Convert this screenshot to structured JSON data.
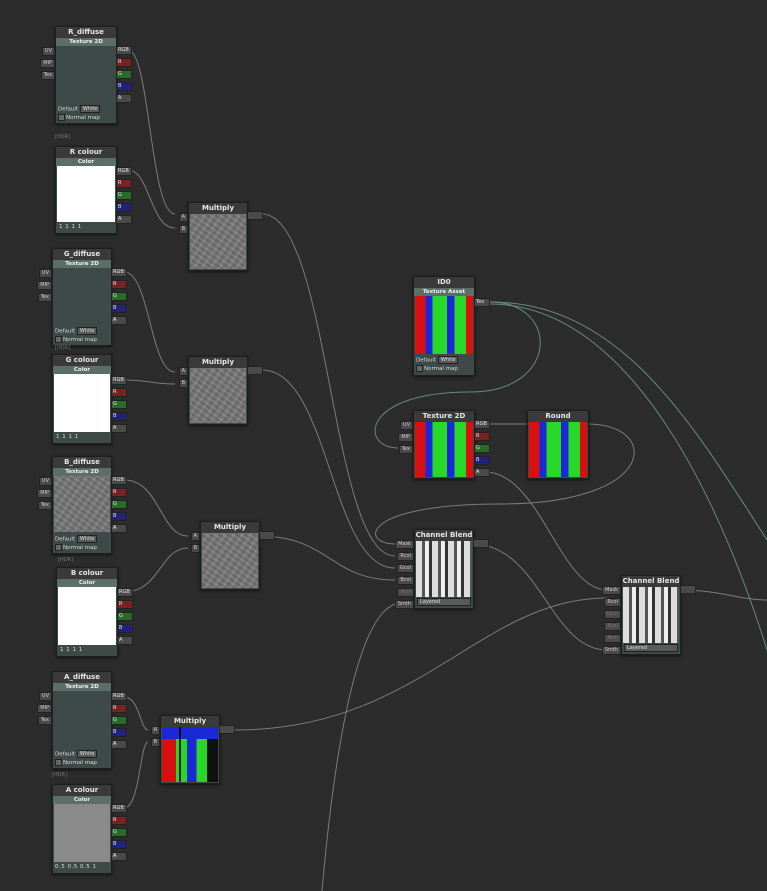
{
  "colors": {
    "background": "#2c2c2c",
    "node_body": "#3e4a47",
    "subtitle_bar": "#5c6e68",
    "wire": "#8a8a8a",
    "wire_teal": "#6f9a90"
  },
  "nodes": {
    "r_diffuse": {
      "title": "R_diffuse",
      "subtitle": "Texture 2D",
      "inputs": [
        "UV",
        "MIP",
        "Tex"
      ],
      "outputs": [
        "RGB",
        "R",
        "G",
        "B",
        "A"
      ],
      "default_label": "Default",
      "default_value": "White",
      "normal_map": "Normal map"
    },
    "r_colour": {
      "label_above": "[HDR]",
      "title": "R colour",
      "subtitle": "Color",
      "outputs": [
        "RGB",
        "R",
        "G",
        "B",
        "A"
      ],
      "values": "1 1 1 1"
    },
    "g_diffuse": {
      "title": "G_diffuse",
      "subtitle": "Texture 2D",
      "inputs": [
        "UV",
        "MIP",
        "Tex"
      ],
      "outputs": [
        "RGB",
        "R",
        "G",
        "B",
        "A"
      ],
      "default_label": "Default",
      "default_value": "White",
      "normal_map": "Normal map"
    },
    "g_colour": {
      "label_above": "[HDR]",
      "title": "G colour",
      "subtitle": "Color",
      "outputs": [
        "RGB",
        "R",
        "G",
        "B",
        "A"
      ],
      "values": "1 1 1 1"
    },
    "b_diffuse": {
      "title": "B_diffuse",
      "subtitle": "Texture 2D",
      "inputs": [
        "UV",
        "MIP",
        "Tex"
      ],
      "outputs": [
        "RGB",
        "R",
        "G",
        "B",
        "A"
      ],
      "default_label": "Default",
      "default_value": "White",
      "normal_map": "Normal map"
    },
    "b_colour": {
      "label_above": "[HDR]",
      "title": "B colour",
      "subtitle": "Color",
      "outputs": [
        "RGB",
        "R",
        "G",
        "B",
        "A"
      ],
      "values": "1 1 1 1"
    },
    "a_diffuse": {
      "title": "A_diffuse",
      "subtitle": "Texture 2D",
      "inputs": [
        "UV",
        "MIP",
        "Tex"
      ],
      "outputs": [
        "RGB",
        "R",
        "G",
        "B",
        "A"
      ],
      "default_label": "Default",
      "default_value": "White",
      "normal_map": "Normal map"
    },
    "a_colour": {
      "label_above": "[HDR]",
      "title": "A colour",
      "subtitle": "Color",
      "outputs": [
        "RGB",
        "R",
        "G",
        "B",
        "A"
      ],
      "values": "0.5 0.5 0.5 1"
    },
    "multiply_1": {
      "title": "Multiply",
      "inputs": [
        "A",
        "B"
      ]
    },
    "multiply_2": {
      "title": "Multiply",
      "inputs": [
        "A",
        "B"
      ]
    },
    "multiply_3": {
      "title": "Multiply",
      "inputs": [
        "A",
        "B"
      ]
    },
    "multiply_4": {
      "title": "Multiply",
      "inputs": [
        "A",
        "B"
      ]
    },
    "id0": {
      "title": "ID0",
      "subtitle": "Texture Asset",
      "outputs": [
        "Tex"
      ],
      "default_label": "Default",
      "default_value": "White",
      "normal_map": "Normal map"
    },
    "texture_2d": {
      "title": "Texture 2D",
      "inputs": [
        "UV",
        "MIP",
        "Tex"
      ],
      "outputs": [
        "RGB",
        "R",
        "G",
        "B",
        "A"
      ]
    },
    "round": {
      "title": "Round"
    },
    "channel_blend_1": {
      "title": "Channel Blend",
      "inputs": [
        "Mask",
        "Rcol",
        "Gcol",
        "Bcol",
        "Acol",
        "Smth"
      ],
      "mode": "Layered"
    },
    "channel_blend_2": {
      "title": "Channel Blend",
      "inputs": [
        "Mask",
        "Rcol",
        "Gcol",
        "Bcol",
        "Acol",
        "Smth"
      ],
      "mode": "Layered"
    }
  }
}
